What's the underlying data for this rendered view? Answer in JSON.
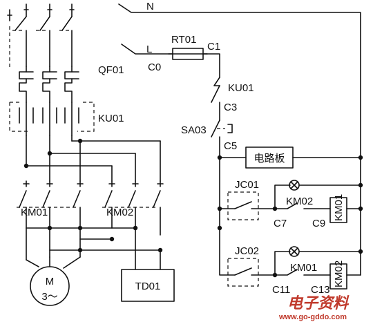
{
  "labels": {
    "n": "N",
    "l": "L",
    "rt01": "RT01",
    "c0": "C0",
    "c1": "C1",
    "qf01": "QF01",
    "ku01_right": "KU01",
    "ku01_left": "KU01",
    "c3": "C3",
    "sa03": "SA03",
    "c5": "C5",
    "board": "电路板",
    "jc01": "JC01",
    "km02_contact": "KM02",
    "km01_coil": "KM01",
    "c7": "C7",
    "c9": "C9",
    "jc02": "JC02",
    "km01_contact": "KM01",
    "km02_coil": "KM02",
    "c11": "C11",
    "c13": "C13",
    "km01_main": "KM01",
    "km02_main": "KM02",
    "motor_m": "M",
    "motor_phase": "3～",
    "td01": "TD01"
  },
  "watermark": {
    "title": "电子资料",
    "url": "www.go-gddo.com"
  },
  "colors": {
    "line": "#111111",
    "watermark": "#c0392b",
    "background": "#ffffff"
  }
}
